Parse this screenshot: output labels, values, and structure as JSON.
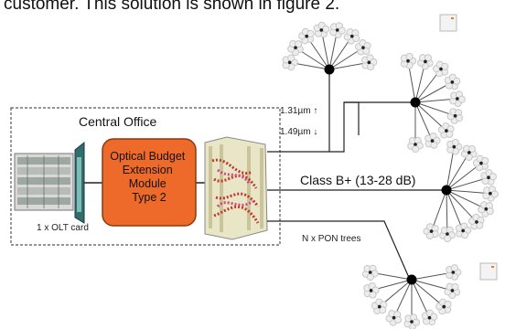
{
  "caption": "customer. This solution is shown in figure 2.",
  "central_office": {
    "title": "Central Office",
    "olt_label": "1 x OLT card",
    "module_lines": [
      "Optical Budget",
      "Extension",
      "Module",
      "Type 2"
    ]
  },
  "wavelengths": {
    "up": "1.31µm ↑",
    "down": "1.49µm ↓"
  },
  "class_label": "Class B+ (13-28 dB)",
  "pon_label": "N x PON trees",
  "colors": {
    "module_fill": "#ee6a2a",
    "module_stroke": "#8a3a10",
    "line": "#222222",
    "box_border": "#555555"
  },
  "icons": [
    "olt-rack-icon",
    "optical-fiber-panel-icon",
    "network-tree-icon",
    "home-icon"
  ]
}
